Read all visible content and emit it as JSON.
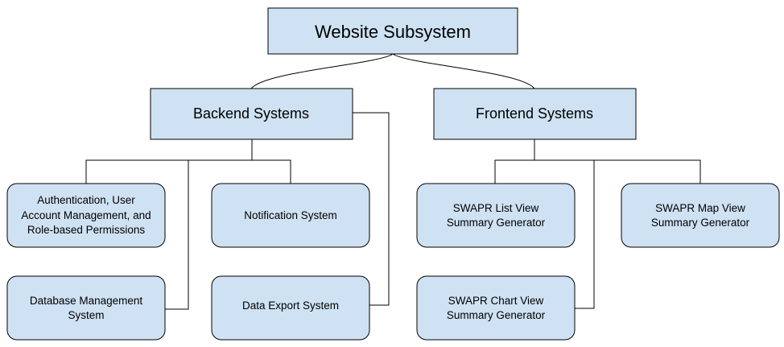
{
  "diagram": {
    "root": {
      "label": "Website Subsystem"
    },
    "backend": {
      "label": "Backend Systems",
      "children": {
        "auth": {
          "lines": [
            "Authentication, User",
            "Account Management, and",
            "Role-based Permissions"
          ]
        },
        "notification": {
          "lines": [
            "Notification System"
          ]
        },
        "database": {
          "lines": [
            "Database Management",
            "System"
          ]
        },
        "export": {
          "lines": [
            "Data Export System"
          ]
        }
      }
    },
    "frontend": {
      "label": "Frontend Systems",
      "children": {
        "list_view": {
          "lines": [
            "SWAPR List View",
            "Summary Generator"
          ]
        },
        "map_view": {
          "lines": [
            "SWAPR Map View",
            "Summary Generator"
          ]
        },
        "chart_view": {
          "lines": [
            "SWAPR Chart View",
            "Summary Generator"
          ]
        }
      }
    },
    "colors": {
      "node_fill": "#cfe2f3",
      "stroke": "#000000",
      "text": "#000000"
    }
  }
}
